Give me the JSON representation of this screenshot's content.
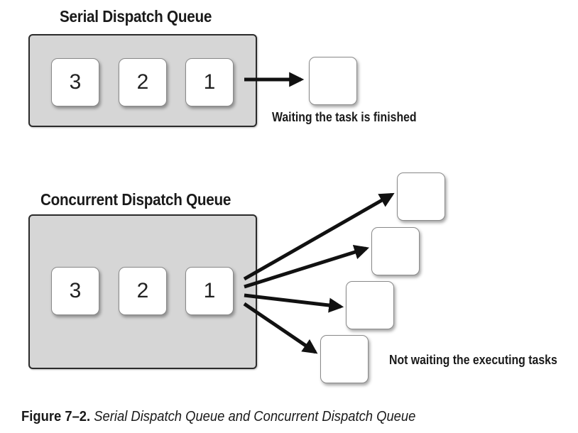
{
  "serial": {
    "title": "Serial Dispatch Queue",
    "tasks": [
      "3",
      "2",
      "1"
    ],
    "note": "Waiting the task is finished"
  },
  "concurrent": {
    "title": "Concurrent Dispatch Queue",
    "tasks": [
      "3",
      "2",
      "1"
    ],
    "note": "Not waiting the executing tasks"
  },
  "caption": {
    "lead": "Figure 7–2.",
    "text": "Serial Dispatch Queue and Concurrent Dispatch Queue"
  }
}
